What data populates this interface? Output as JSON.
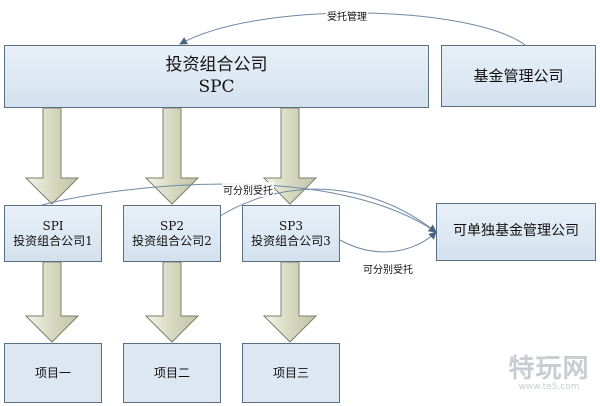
{
  "labels": {
    "entrusted_management": "受托管理",
    "may_entrust_separately_1": "可分别受托",
    "may_entrust_separately_2": "可分别受托"
  },
  "nodes": {
    "spc": {
      "line1": "投资组合公司",
      "line2": "SPC"
    },
    "fund_manager": {
      "label": "基金管理公司"
    },
    "independent_fund_manager": {
      "label": "可单独基金管理公司"
    },
    "sp1": {
      "line1": "SPI",
      "line2": "投资组合公司1"
    },
    "sp2": {
      "line1": "SP2",
      "line2": "投资组合公司2"
    },
    "sp3": {
      "line1": "SP3",
      "line2": "投资组合公司3"
    },
    "project1": {
      "label": "项目一"
    },
    "project2": {
      "label": "项目二"
    },
    "project3": {
      "label": "项目三"
    }
  },
  "watermark": {
    "main": "特玩网",
    "url": "www.te5.com"
  },
  "colors": {
    "box_border": "#5b6f84",
    "box_fill": "#dbe6f1",
    "block_arrow_fill": "#d8dcc4",
    "block_arrow_stroke": "#7d7f6a",
    "connector": "#6f8aa6"
  }
}
